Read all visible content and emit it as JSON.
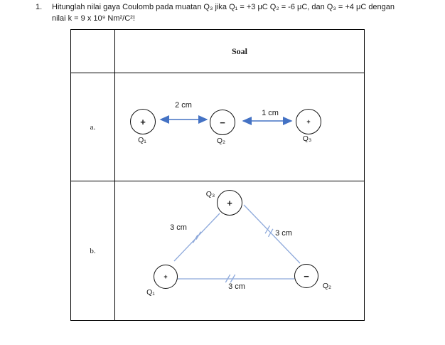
{
  "problem": {
    "number": "1.",
    "line1": "Hitunglah nilai gaya Coulomb pada muatan Q₃ jika Q₁ = +3 μC Q₂ = -6 μC, dan Q₃ = +4 μC dengan",
    "line2": "nilai k = 9 x 10⁹ Nm²/C²!"
  },
  "table": {
    "header_label": "Soal",
    "row_a_label": "a.",
    "row_b_label": "b."
  },
  "diagram_a": {
    "q1": {
      "name": "Q₁",
      "sign": "+"
    },
    "q2": {
      "name": "Q₂",
      "sign": "−"
    },
    "q3": {
      "name": "Q₃",
      "sign": "+"
    },
    "dist_q1_q2": "2 cm",
    "dist_q2_q3": "1 cm"
  },
  "diagram_b": {
    "q1": {
      "name": "Q₁",
      "sign": "+"
    },
    "q2": {
      "name": "Q₂",
      "sign": "−"
    },
    "q3": {
      "name": "Q₃",
      "sign": "+"
    },
    "side_q1_q3": "3 cm",
    "side_q3_q2": "3 cm",
    "side_q1_q2": "3 cm"
  },
  "colors": {
    "arrow_blue": "#4472C4",
    "line_blue": "#8EA9DB"
  }
}
